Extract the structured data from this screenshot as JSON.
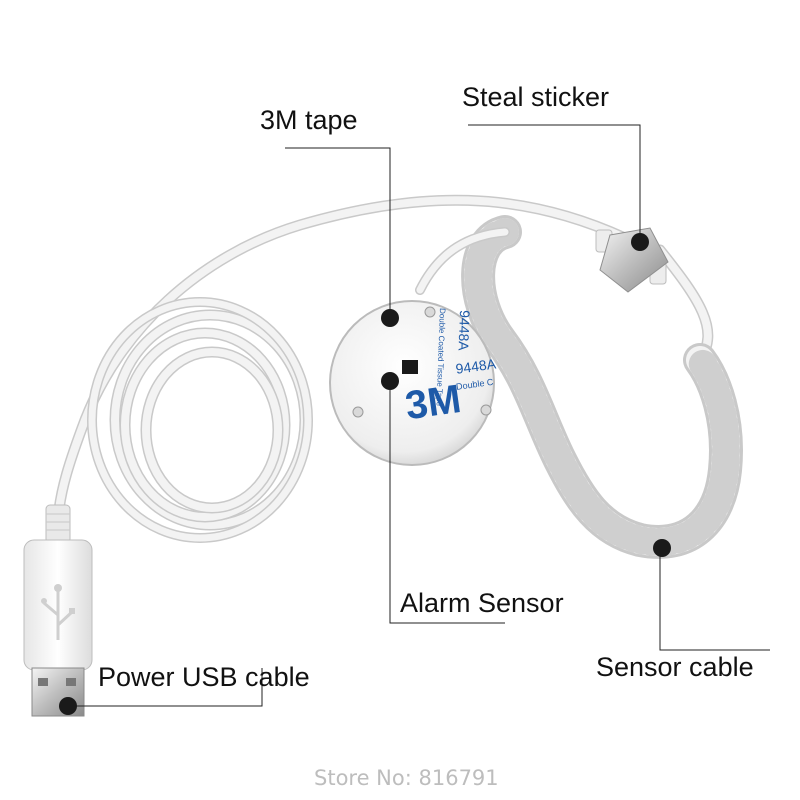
{
  "product": {
    "labels": {
      "steal_sticker": "Steal sticker",
      "tape": "3M tape",
      "alarm_sensor": "Alarm Sensor",
      "power_usb_cable": "Power USB cable",
      "sensor_cable": "Sensor cable"
    },
    "sticker_text": {
      "brand": "3M",
      "code_a": "9448A",
      "code_b": "9448A",
      "tape_name": "Double Coated Tissue Tape",
      "tape_short": "Double C"
    }
  },
  "watermark": {
    "text": "Store No: 816791"
  },
  "colors": {
    "background": "#ffffff",
    "cable": "#f1f1f1",
    "cable_shadow": "#c9c9c9",
    "sticker_brand": "#1e5aa8",
    "leader_line": "#222222",
    "marker": "#1a1a1a",
    "watermark": "#bdbdbd"
  }
}
